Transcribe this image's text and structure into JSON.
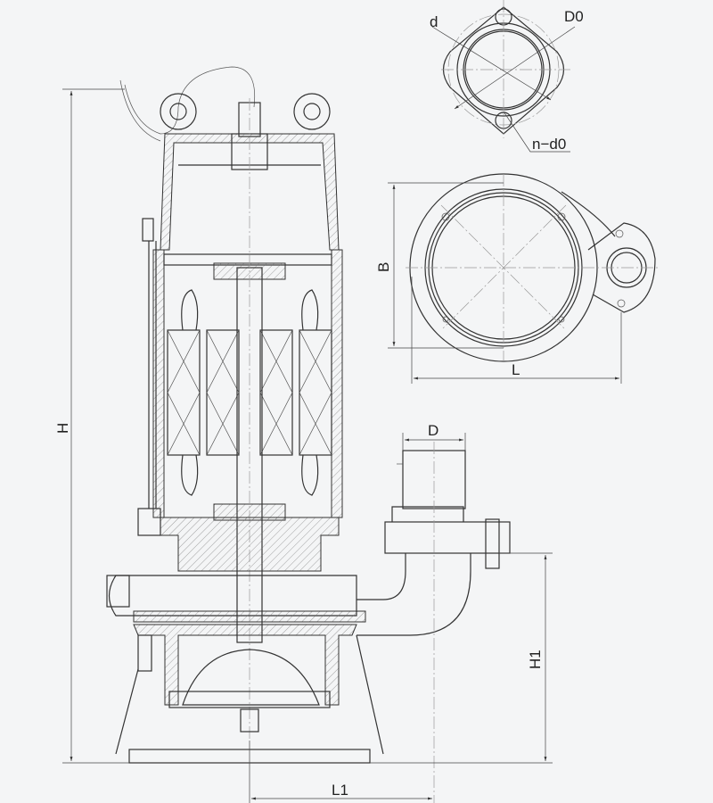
{
  "title": "Submersible sewage pump dimension drawing",
  "labels": {
    "d": "d",
    "D0": "D0",
    "n_d0": "n−d0",
    "B": "B",
    "L": "L",
    "D": "D",
    "H": "H",
    "H1": "H1",
    "L1": "L1"
  },
  "colors": {
    "background": "#f4f5f6",
    "line": "#333333"
  }
}
